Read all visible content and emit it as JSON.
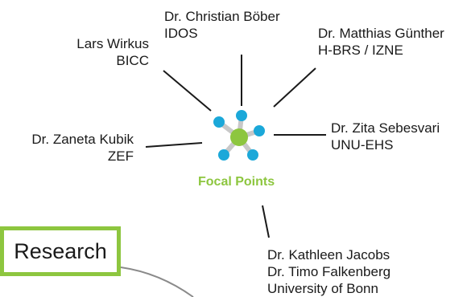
{
  "diagram": {
    "center_label": "Focal Points",
    "research_box_label": "Research",
    "nodes": {
      "christian": {
        "line1": "Dr. Christian Böber",
        "line2": "IDOS"
      },
      "lars": {
        "line1": "Lars Wirkus",
        "line2": "BICC"
      },
      "matthias": {
        "line1": "Dr. Matthias Günther",
        "line2": "H-BRS / IZNE"
      },
      "zaneta": {
        "line1": "Dr. Zaneta Kubik",
        "line2": "ZEF"
      },
      "zita": {
        "line1": "Dr. Zita Sebesvari",
        "line2": "UNU-EHS"
      },
      "bonn": {
        "line1": "Dr. Kathleen Jacobs",
        "line2": "Dr. Timo Falkenberg",
        "line3": "University of Bonn"
      }
    }
  },
  "colors": {
    "accent_green": "#8dc63f",
    "node_blue": "#1ba8d9",
    "connector_gray": "#c8c8c8",
    "line_dark": "#1a1a1a",
    "curve_gray": "#8a8a8a"
  },
  "icons": {
    "center": "network-hub-icon"
  }
}
